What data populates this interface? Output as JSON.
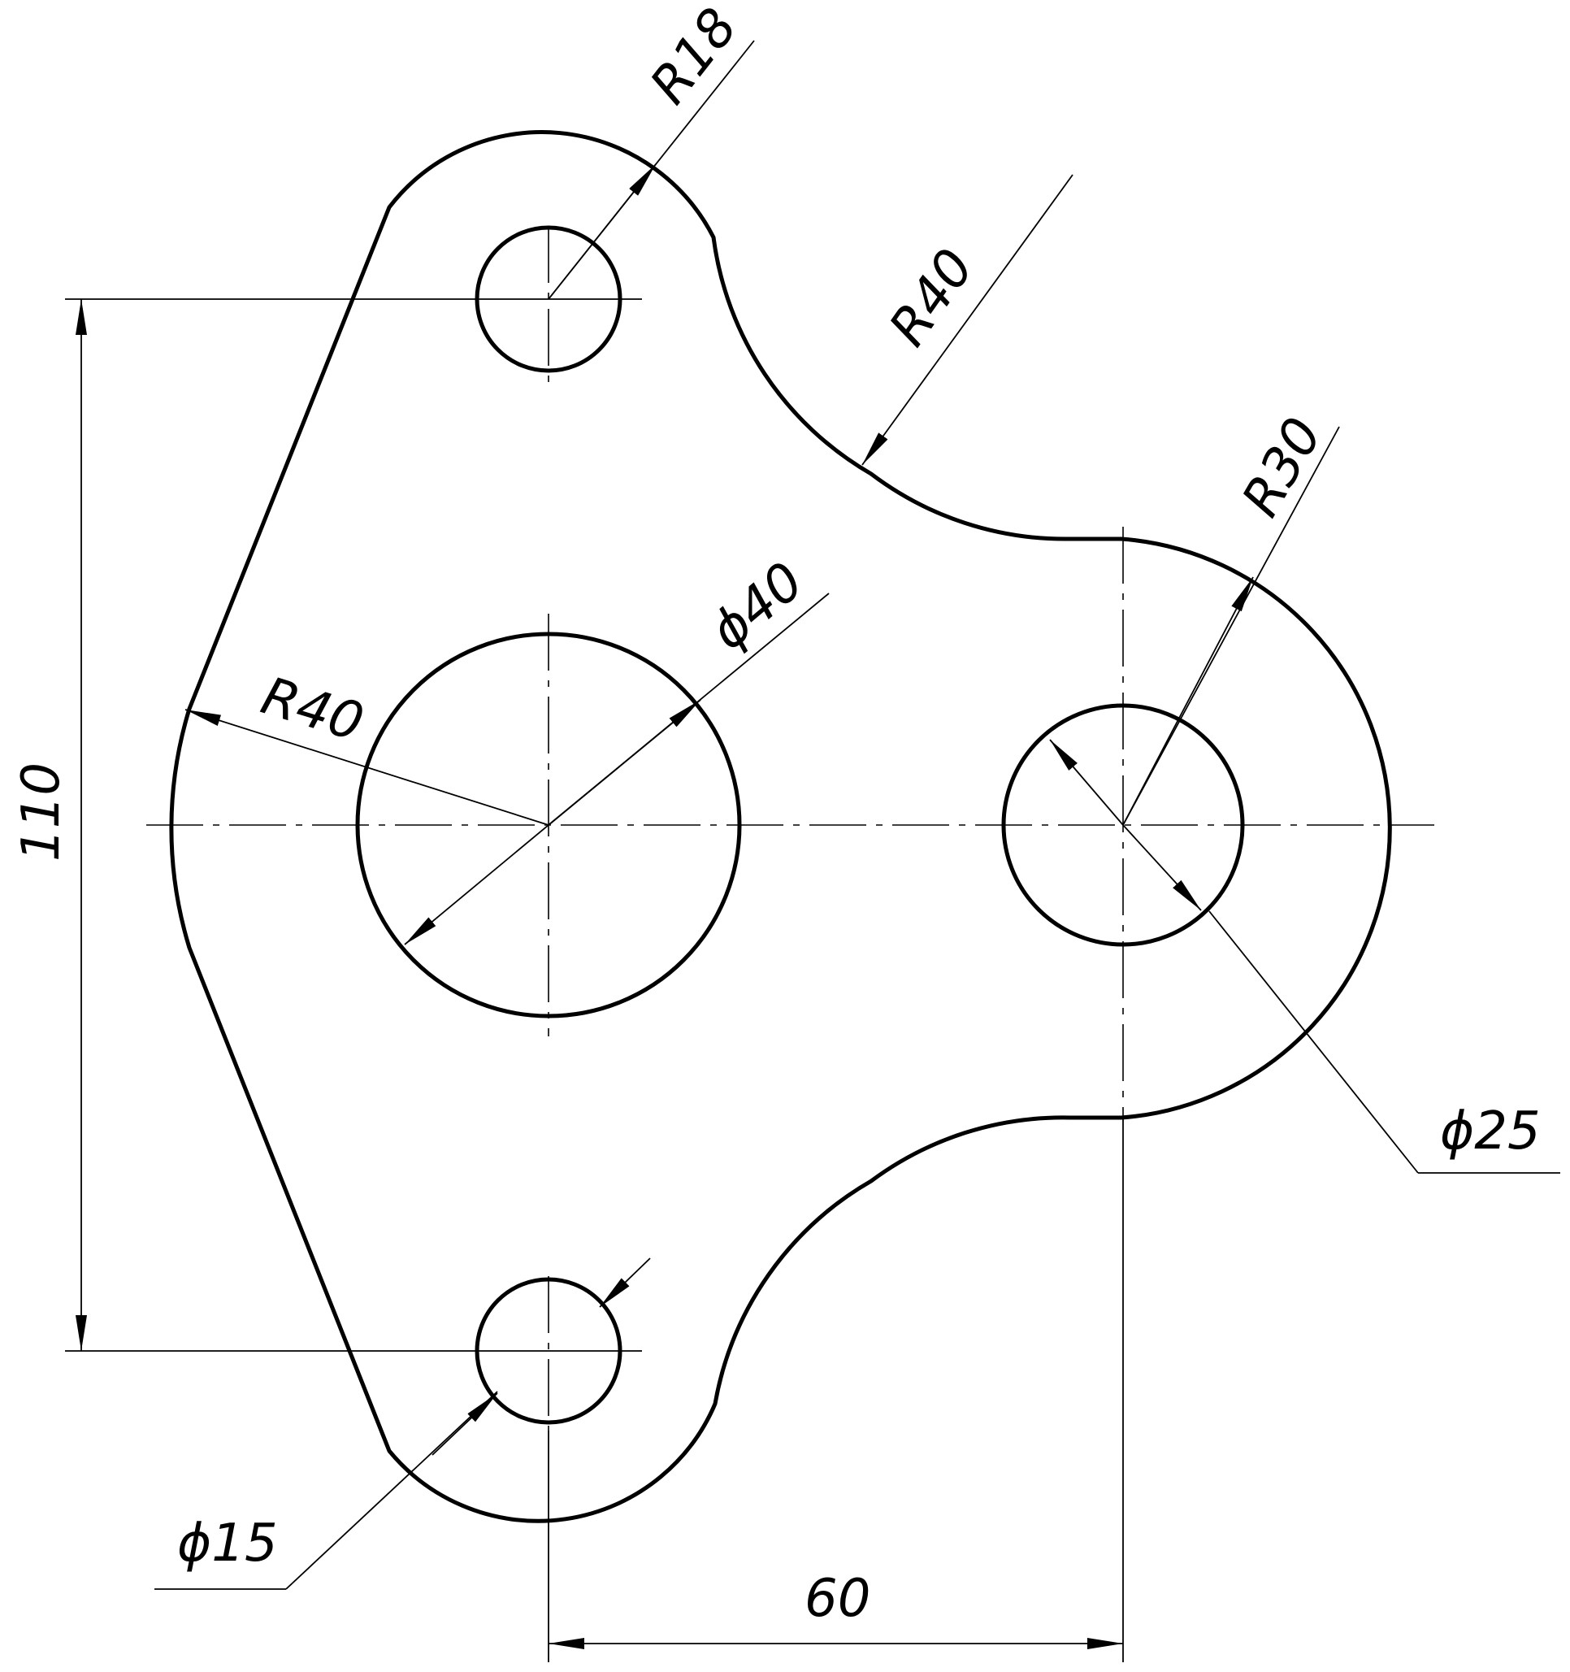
{
  "dimensions": {
    "r18": "R18",
    "r40_top": "R40",
    "r30": "R30",
    "d40": "ϕ40",
    "r40_left": "R40",
    "d25": "ϕ25",
    "d15": "ϕ15",
    "len110": "110",
    "len60": "60"
  }
}
